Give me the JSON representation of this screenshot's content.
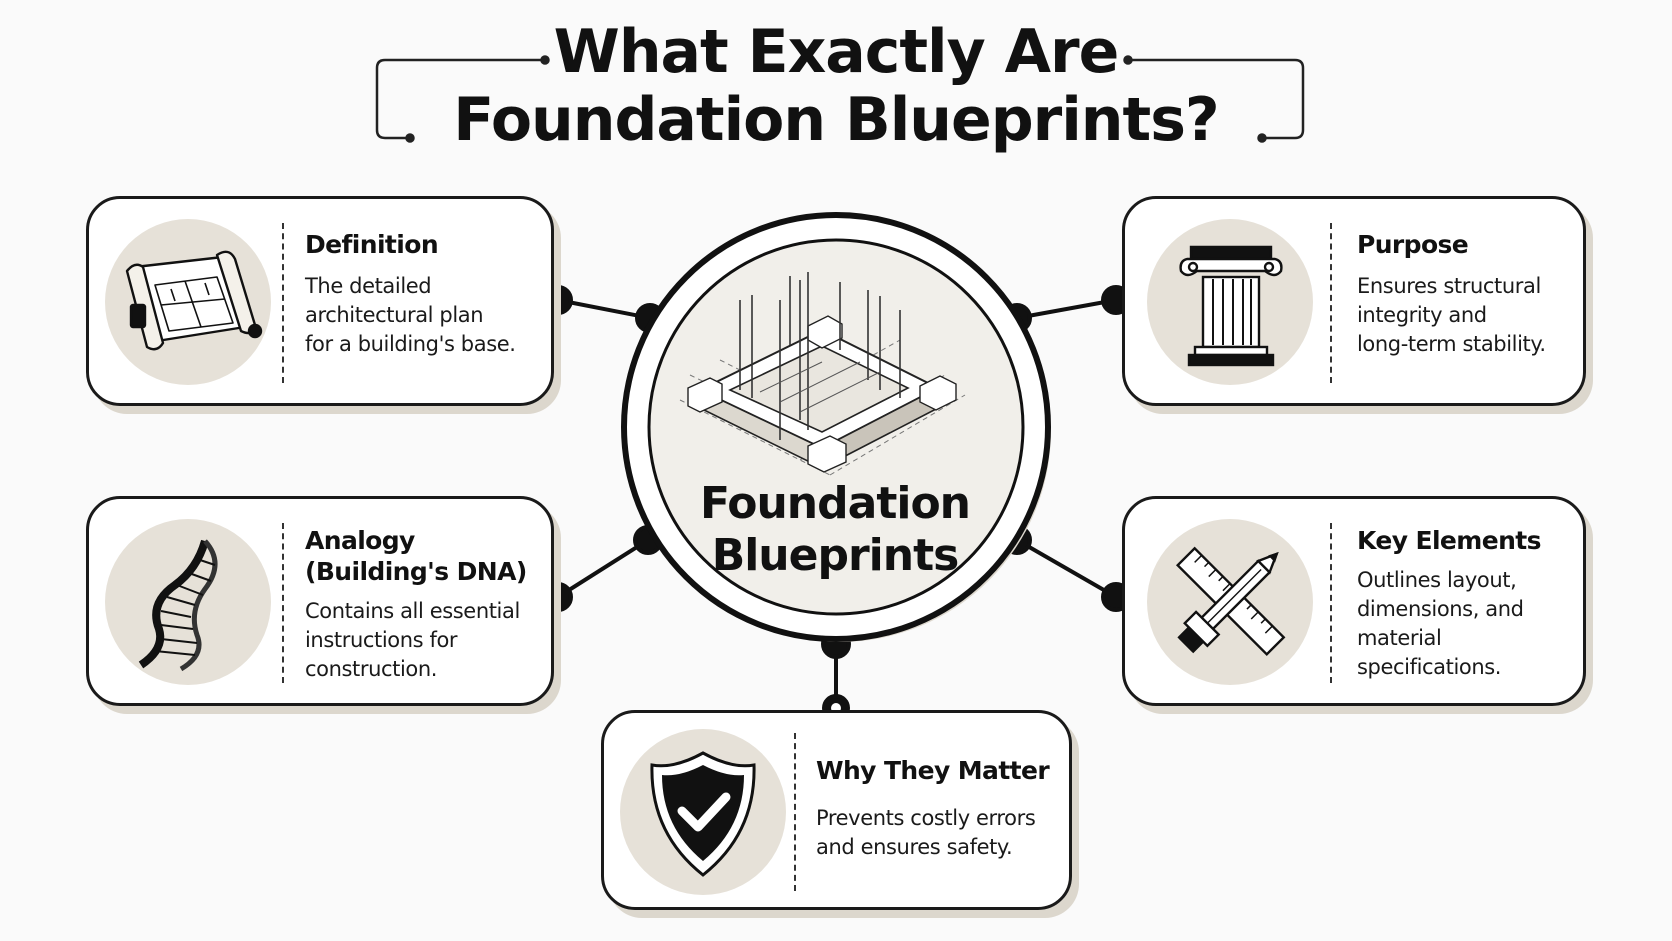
{
  "title": {
    "line1": "What Exactly Are",
    "line2": "Foundation Blueprints?"
  },
  "hub": {
    "label_line1": "Foundation",
    "label_line2": "Blueprints",
    "icon": "isometric-foundation-blueprint"
  },
  "cards": {
    "definition": {
      "title": "Definition",
      "lines": [
        "The detailed",
        "architectural plan",
        "for a building's base."
      ],
      "icon": "blueprint-scroll-icon"
    },
    "purpose": {
      "title": "Purpose",
      "lines": [
        "Ensures structural",
        "integrity and",
        "long-term stability."
      ],
      "icon": "column-pillar-icon"
    },
    "analogy": {
      "title_line1": "Analogy",
      "title_line2": "(Building's DNA)",
      "lines": [
        "Contains all essential",
        "instructions for",
        "construction."
      ],
      "icon": "dna-helix-icon"
    },
    "key_elements": {
      "title": "Key Elements",
      "lines": [
        "Outlines layout,",
        "dimensions, and",
        "material",
        "specifications."
      ],
      "icon": "ruler-and-pencil-icon"
    },
    "why_matter": {
      "title": "Why They Matter",
      "lines": [
        "Prevents costly errors",
        "and ensures safety."
      ],
      "icon": "shield-check-icon"
    }
  },
  "colors": {
    "ink": "#111111",
    "icon_bg": "#e6e1d8",
    "card_shadow": "#dcd7cd",
    "hub_fill": "#f1efea"
  }
}
